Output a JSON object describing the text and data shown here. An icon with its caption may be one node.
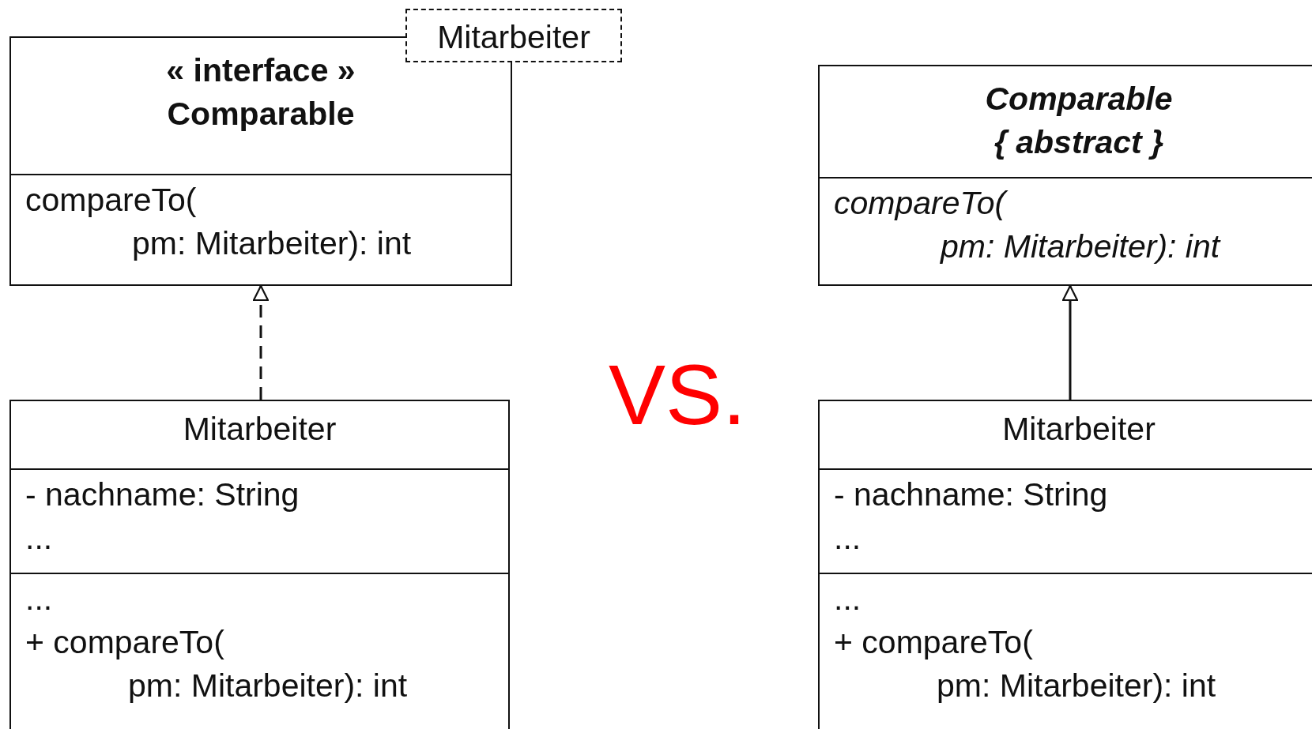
{
  "diagram": {
    "nodes": [
      {
        "text": [
          "« interface » Comparable",
          "compareTo( pm: Mitarbeiter): int"
        ]
      },
      {
        "text": [
          "Mitarbeiter"
        ]
      },
      {
        "text": [
          "Mitarbeiter",
          "- nachname: String ...",
          "... + compareTo( pm: Mitarbeiter): int"
        ]
      },
      {
        "text": [
          "Comparable { abstract }",
          "compareTo( pm: Mitarbeiter): int"
        ]
      },
      {
        "text": [
          "Mitarbeiter",
          "- nachname: String ...",
          "... + compareTo( pm: Mitarbeiter): int"
        ]
      }
    ],
    "edges": [
      {
        "from": 2,
        "to": 0,
        "arrow": "to",
        "style": "dashed"
      },
      {
        "from": 4,
        "to": 3,
        "arrow": "to"
      }
    ],
    "labels": [
      "VS."
    ]
  }
}
